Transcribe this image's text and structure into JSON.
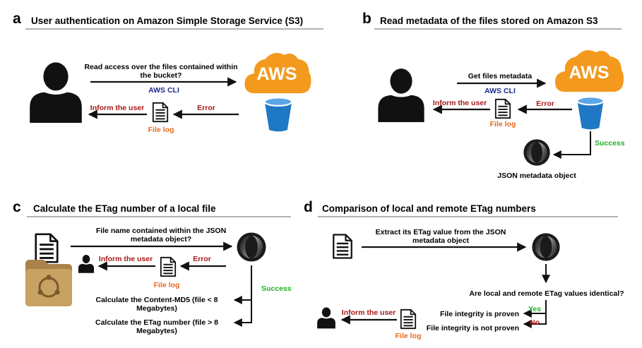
{
  "panels": {
    "a": {
      "letter": "a",
      "title": "User authentication on Amazon Simple Storage Service (S3)",
      "request_line1": "Read access over the files contained within",
      "request_line2": "the bucket?",
      "tool": "AWS CLI",
      "error": "Error",
      "inform": "Inform the user",
      "file_log": "File log",
      "cloud": "AWS"
    },
    "b": {
      "letter": "b",
      "title": "Read metadata of the files stored on Amazon S3",
      "request": "Get files metadata",
      "tool": "AWS CLI",
      "error": "Error",
      "inform": "Inform the user",
      "file_log": "File log",
      "success": "Success",
      "json_object": "JSON metadata object",
      "cloud": "AWS"
    },
    "c": {
      "letter": "c",
      "title": "Calculate the ETag number of a local file",
      "request_line1": "File name contained within the JSON",
      "request_line2": "metadata object?",
      "error": "Error",
      "inform": "Inform the user",
      "file_log": "File log",
      "success": "Success",
      "opt1_line1": "Calculate the Content-MD5 (file < 8",
      "opt1_line2": "Megabytes)",
      "opt2_line1": "Calculate the ETag number (file > 8",
      "opt2_line2": "Megabytes)"
    },
    "d": {
      "letter": "d",
      "title": "Comparison of local and remote ETag numbers",
      "request_line1": "Extract its ETag value from the JSON",
      "request_line2": "metadata object",
      "question": "Are local and remote ETag values identical?",
      "yes": "Yes",
      "no": "No",
      "proven": "File integrity is proven",
      "not_proven": "File integrity is not proven",
      "inform": "Inform the user",
      "file_log": "File log"
    }
  },
  "colors": {
    "error_red": "#a81919",
    "cli_blue": "#1c2a8c",
    "log_orange": "#e8681e",
    "success_green": "#23b023",
    "aws_orange": "#f39a1e",
    "bucket_blue": "#1f78c4"
  },
  "icons": [
    "user-icon",
    "document-icon",
    "aws-cloud-icon",
    "s3-bucket-icon",
    "json-logo-icon",
    "folder-icon"
  ]
}
